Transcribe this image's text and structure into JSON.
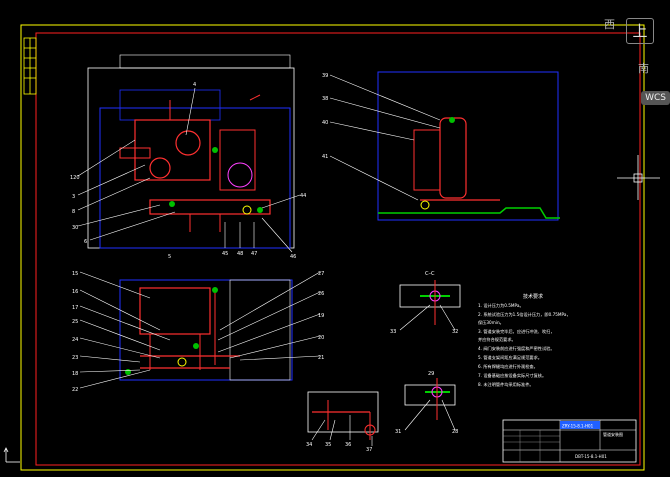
{
  "viewcube": {
    "west": "西",
    "top": "上",
    "south": "南",
    "wcs": "WCS"
  },
  "main_view": {
    "labels": [
      "120",
      "3",
      "8",
      "30",
      "6",
      "4",
      "44",
      "45",
      "48",
      "47",
      "46",
      "5"
    ]
  },
  "side_view": {
    "labels": [
      "39",
      "38",
      "40",
      "41"
    ]
  },
  "plan_view": {
    "labels": [
      "15",
      "16",
      "17",
      "25",
      "24",
      "23",
      "18",
      "22",
      "27",
      "26",
      "19",
      "20",
      "21"
    ]
  },
  "detail_view": {
    "labels": [
      "33",
      "32",
      "31",
      "28",
      "29"
    ]
  },
  "section1": {
    "labels": [
      "34",
      "35",
      "36",
      "37"
    ]
  },
  "section2": {
    "labels": [
      "C–C"
    ]
  },
  "notes": {
    "title": "技术要求",
    "items": [
      "1. 设计压力为0.5MPa。",
      "2. 系统试验压力为1.5倍设计压力，即0.75MPa，",
      "   保压30min。",
      "3. 管道安装完毕后，应进行冲洗、吹扫，",
      "   并应符合规范要求。",
      "4. 阀门安装前应进行强度和严密性试验。",
      "5. 管道支架间距应满足规范要求。",
      "6. 所有焊缝均应进行外观检查。",
      "7. 设备基础应按设备实际尺寸复核。",
      "8. 未注明管件均采用标准件。"
    ]
  },
  "title_block": {
    "drawing_no": "ZRY-15-8.1-H01",
    "name": "管道安装图",
    "code": "DBT-15-8.1-H01"
  }
}
